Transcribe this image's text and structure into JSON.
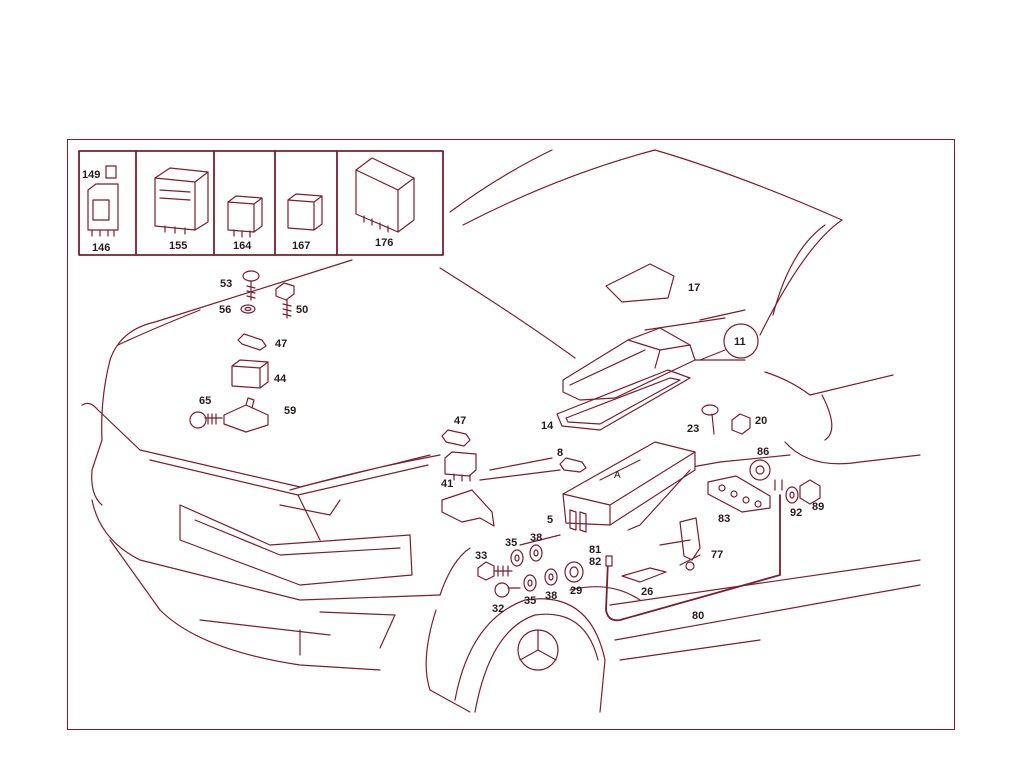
{
  "colors": {
    "line": "#7a1f2e",
    "label": "#2a1a1d",
    "background": "#ffffff"
  },
  "inset_labels": {
    "p146": "146",
    "p149": "149",
    "p155": "155",
    "p164": "164",
    "p167": "167",
    "p176": "176"
  },
  "part_labels": {
    "p53": "53",
    "p56": "56",
    "p50": "50",
    "p47a": "47",
    "p44": "44",
    "p65": "65",
    "p59": "59",
    "p47b": "47",
    "p41": "41",
    "p17": "17",
    "p11": "11",
    "p14": "14",
    "p23": "23",
    "p20": "20",
    "p8": "8",
    "p86": "86",
    "p5": "5",
    "p83": "83",
    "p92": "92",
    "p89": "89",
    "p35a": "35",
    "p38a": "38",
    "p33": "33",
    "p81": "81",
    "p82": "82",
    "p77": "77",
    "p32": "32",
    "p35b": "35",
    "p38b": "38",
    "p29": "29",
    "p26": "26",
    "p80": "80",
    "pA": "A"
  },
  "icons": [
    "screw-icon",
    "washer-icon",
    "bolt-icon",
    "fuse-icon",
    "relay-icon",
    "bracket-icon",
    "fuse-box-icon",
    "cover-icon",
    "gasket-icon",
    "plug-icon",
    "wiring-harness-icon",
    "mercedes-star-icon"
  ]
}
